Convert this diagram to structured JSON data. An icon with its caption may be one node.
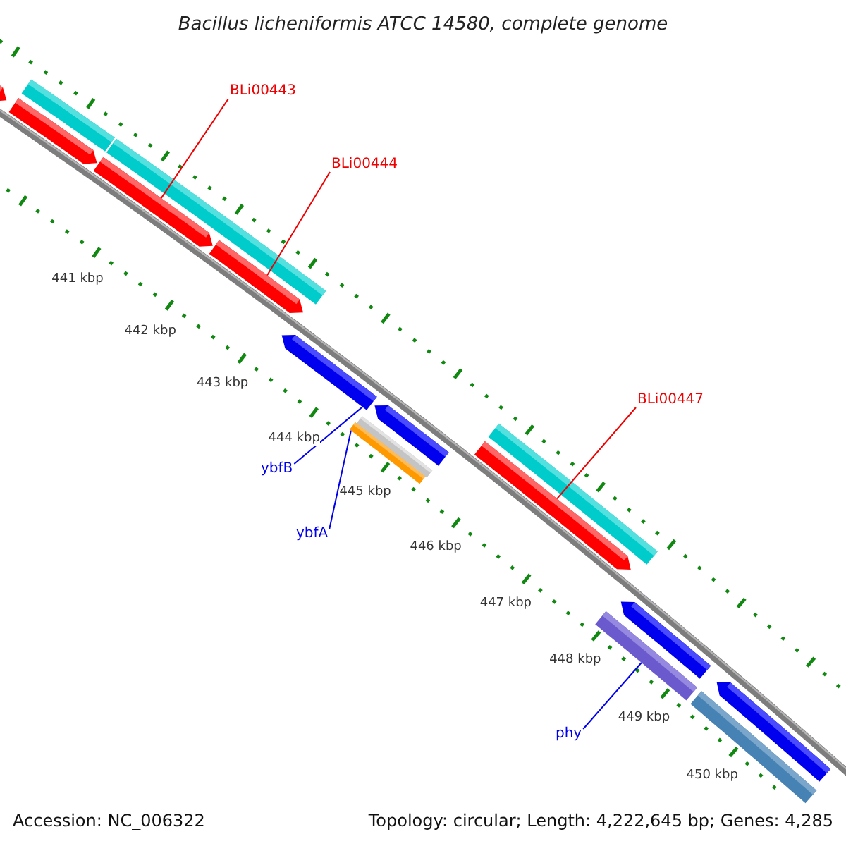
{
  "diagram": {
    "title": "Bacillus licheniformis ATCC 14580, complete genome",
    "nodes": [
      {
        "text": [
          "BLi00443"
        ]
      },
      {
        "text": [],
        "shape": "bar"
      },
      {
        "text": [
          "BLi00444"
        ]
      },
      {
        "text": [],
        "shape": "bar"
      },
      {
        "text": [
          "BLi00447"
        ]
      },
      {
        "text": [],
        "shape": "bar"
      },
      {
        "text": [
          "ybfB"
        ]
      },
      {
        "text": [],
        "shape": "bar"
      },
      {
        "text": [
          "ybfA"
        ]
      },
      {
        "text": [],
        "shape": "bar"
      },
      {
        "text": [
          "phy"
        ]
      },
      {
        "text": [],
        "shape": "bar"
      },
      {
        "text": [],
        "shape": "bar"
      },
      {
        "text": [],
        "shape": "bar"
      },
      {
        "text": [],
        "shape": "bar"
      },
      {
        "text": [],
        "shape": "bar"
      },
      {
        "text": [],
        "shape": "bar"
      },
      {
        "text": [],
        "shape": "bar"
      },
      {
        "text": [],
        "shape": "bar"
      },
      {
        "text": [],
        "shape": "bar"
      },
      {
        "text": [],
        "shape": "bar"
      },
      {
        "text": [],
        "shape": "bar"
      }
    ],
    "edges": [
      {
        "from": 0,
        "to": 1,
        "arrow": "none"
      },
      {
        "from": 2,
        "to": 3,
        "arrow": "none"
      },
      {
        "from": 4,
        "to": 5,
        "arrow": "none"
      },
      {
        "from": 6,
        "to": 7,
        "arrow": "none",
        "color": "#0000ee"
      },
      {
        "from": 8,
        "to": 9,
        "arrow": "none",
        "color": "#0000ee"
      },
      {
        "from": 10,
        "to": 11,
        "arrow": "none",
        "color": "#0000ee"
      }
    ],
    "labels": [
      "441 kbp",
      "442 kbp",
      "443 kbp",
      "444 kbp",
      "445 kbp",
      "446 kbp",
      "447 kbp",
      "448 kbp",
      "449 kbp",
      "450 kbp",
      "Accession: NC_006322",
      "Topology: circular; Length: 4,222,645 bp; Genes: 4,285"
    ]
  }
}
